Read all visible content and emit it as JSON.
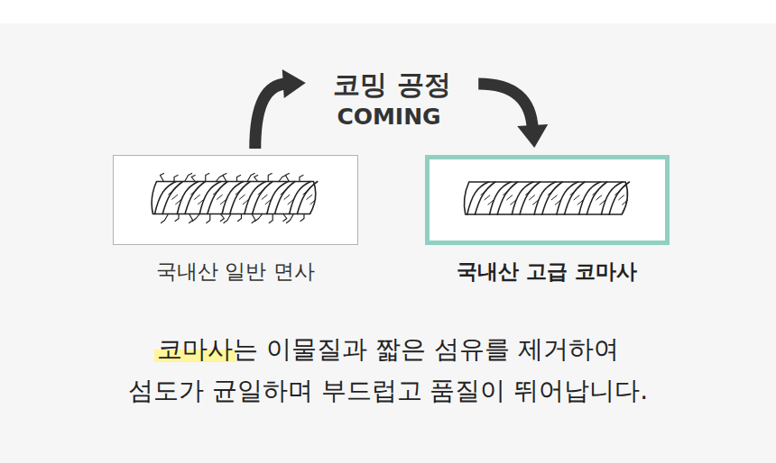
{
  "diagram": {
    "caption": "코마사는 이물질과 짧은 섬유를 제거하여 섬도가 균일하며 부드럽고 품질이 뛰어납니다.",
    "nodes": [
      {
        "text": [
          "국내산 일반 면사"
        ]
      },
      {
        "text": [
          "국내산 고급 코마사"
        ]
      }
    ],
    "edges": [
      {
        "from": 0,
        "to": 1,
        "arrow": "to",
        "label": "코밍 공정"
      }
    ],
    "labels": [
      "COMING"
    ]
  }
}
